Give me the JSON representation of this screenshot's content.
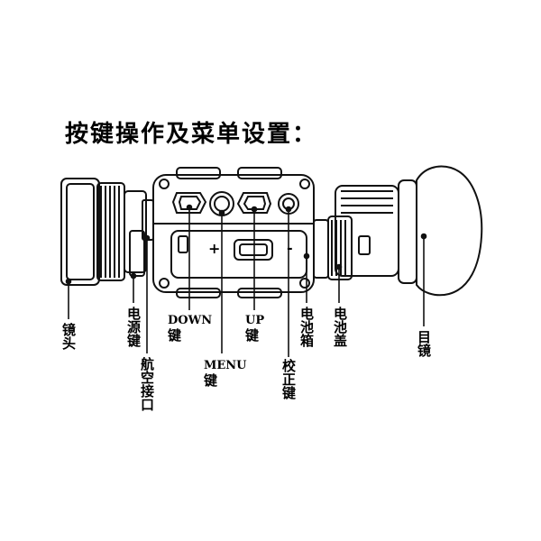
{
  "title": "按键操作及菜单设置：",
  "device": {
    "plus_sign": "+",
    "minus_sign": "-"
  },
  "labels": {
    "lens": "镜头",
    "power_key": "电源键",
    "aviation_port": "航空接口",
    "down_key_line1": "DOWN",
    "down_key_line2": "键",
    "menu_key_line1": "MENU",
    "menu_key_line2": "键",
    "up_key_line1": "UP",
    "up_key_line2": "键",
    "calibrate_key": "校正键",
    "battery_box": "电池箱",
    "battery_cover": "电池盖",
    "eyepiece": "目镜"
  }
}
